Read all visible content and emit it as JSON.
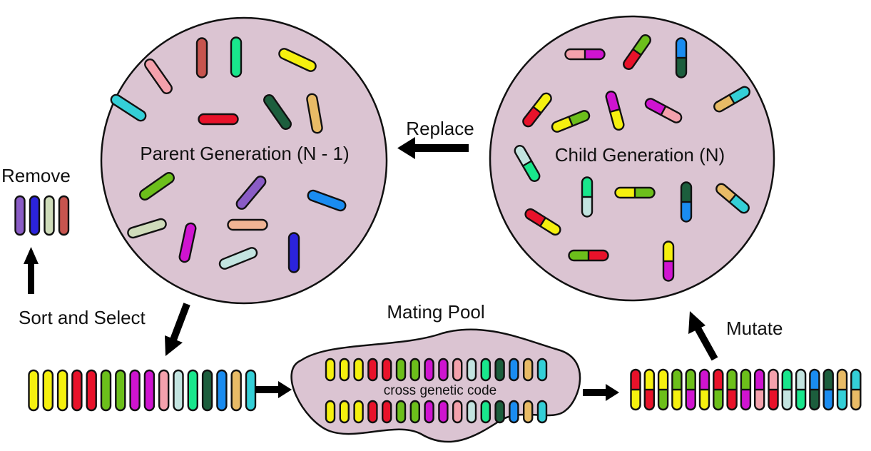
{
  "labels": {
    "parent": "Parent Generation (N - 1)",
    "child": "Child Generation (N)",
    "replace": "Replace",
    "remove": "Remove",
    "sort": "Sort and Select",
    "mating": "Mating Pool",
    "cross": "cross genetic code",
    "mutate": "Mutate"
  },
  "colors": {
    "pool": "#dbc4d2",
    "outline": "#111111",
    "arrow": "#000000"
  },
  "chromosome_colors": {
    "yellow": "#f5f00f",
    "red": "#e8122a",
    "green": "#6cbf1b",
    "magenta": "#cf14d0",
    "pink": "#f4a1ac",
    "paleblue": "#c3e4e0",
    "mint": "#19e68c",
    "darkgreen": "#1c5e3d",
    "blue": "#1a8cf0",
    "tan": "#e8bb66",
    "cyan": "#34cfd7",
    "violet": "#8a5cc6",
    "navy": "#2b23dc",
    "sage": "#cfdcba",
    "brick": "#c7544e",
    "peach": "#f0b494"
  },
  "parent_chromosomes": [
    "pink",
    "brick",
    "mint",
    "yellow",
    "cyan",
    "red",
    "darkgreen",
    "tan",
    "green",
    "violet",
    "blue",
    "sage",
    "magenta",
    "peach",
    "paleblue",
    "navy"
  ],
  "child_chromosomes": [
    [
      "magenta",
      "pink"
    ],
    [
      "green",
      "red"
    ],
    [
      "blue",
      "darkgreen"
    ],
    [
      "yellow",
      "red"
    ],
    [
      "green",
      "yellow"
    ],
    [
      "magenta",
      "yellow"
    ],
    [
      "magenta",
      "pink"
    ],
    [
      "cyan",
      "tan"
    ],
    [
      "paleblue",
      "mint"
    ],
    [
      "mint",
      "paleblue"
    ],
    [
      "green",
      "yellow"
    ],
    [
      "darkgreen",
      "blue"
    ],
    [
      "tan",
      "cyan"
    ],
    [
      "yellow",
      "red"
    ],
    [
      "red",
      "green"
    ],
    [
      "yellow",
      "magenta"
    ]
  ],
  "removed_chromosomes": [
    "violet",
    "navy",
    "sage",
    "brick"
  ],
  "selected_chromosomes": [
    "yellow",
    "yellow",
    "yellow",
    "red",
    "red",
    "green",
    "green",
    "magenta",
    "magenta",
    "pink",
    "paleblue",
    "mint",
    "darkgreen",
    "blue",
    "tan",
    "cyan"
  ],
  "mutated_chromosomes": [
    [
      "red",
      "yellow"
    ],
    [
      "yellow",
      "red"
    ],
    [
      "yellow",
      "green"
    ],
    [
      "green",
      "yellow"
    ],
    [
      "green",
      "magenta"
    ],
    [
      "magenta",
      "yellow"
    ],
    [
      "red",
      "green"
    ],
    [
      "green",
      "red"
    ],
    [
      "green",
      "magenta"
    ],
    [
      "magenta",
      "pink"
    ],
    [
      "pink",
      "red"
    ],
    [
      "mint",
      "paleblue"
    ],
    [
      "paleblue",
      "mint"
    ],
    [
      "blue",
      "darkgreen"
    ],
    [
      "darkgreen",
      "blue"
    ],
    [
      "tan",
      "cyan"
    ],
    [
      "cyan",
      "tan"
    ]
  ]
}
